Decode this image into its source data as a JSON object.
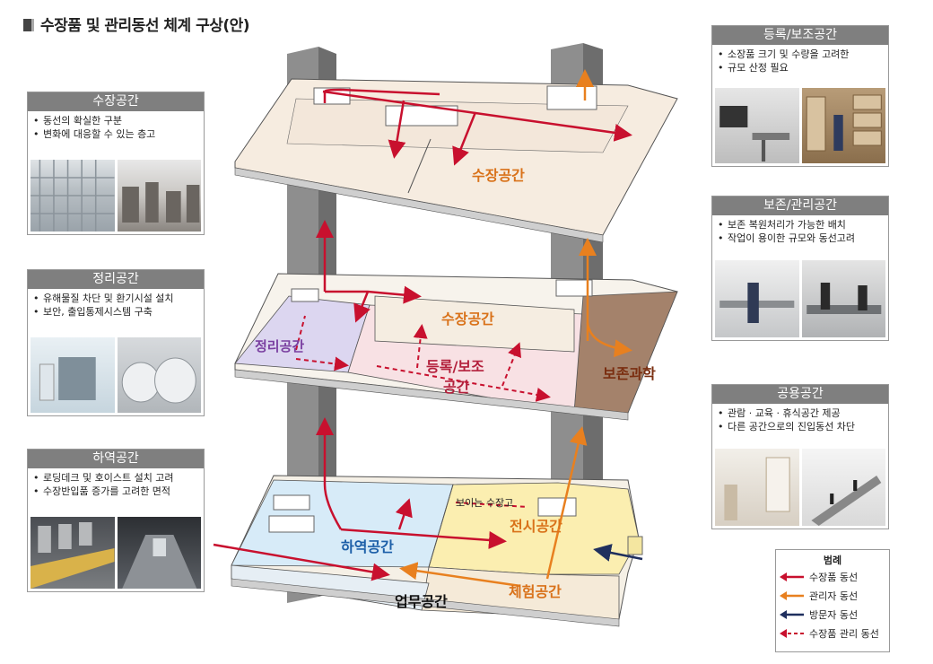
{
  "title": "수장품 및 관리동선 체계 구상(안)",
  "panels": {
    "storage": {
      "title": "수장공간",
      "items": [
        "동선의 확실한 구분",
        "변화에 대응할 수 있는 층고"
      ]
    },
    "arrange": {
      "title": "정리공간",
      "items": [
        "유해물질 차단 및 환기시설 설치",
        "보안, 출입통제시스템  구축"
      ]
    },
    "loading": {
      "title": "하역공간",
      "items": [
        "로딩데크 및 호이스트 설치 고려",
        "수장반입품 증가를 고려한 면적"
      ]
    },
    "register": {
      "title": "등록/보조공간",
      "items": [
        "소장품 크기 및 수량을 고려한",
        "규모 산정 필요"
      ]
    },
    "conserve": {
      "title": "보존/관리공간",
      "items": [
        "보존 복원처리가  가능한 배치",
        "작업이 용이한 규모와 동선고려"
      ]
    },
    "public": {
      "title": "공용공간",
      "items": [
        "관람 · 교육 · 휴식공간 제공",
        "다른 공간으로의 진입동선 차단"
      ]
    }
  },
  "diagram": {
    "top_storage": "수장공간",
    "mid_storage": "수장공간",
    "mid_arrange": "정리공간",
    "mid_register_1": "등록/보조",
    "mid_register_2": "공간",
    "mid_conserve": "보존과학",
    "low_visible": "보이는 수장고",
    "low_exhibit": "전시공간",
    "low_loading": "하역공간",
    "low_experience": "체험공간",
    "low_office": "업무공간"
  },
  "legend": {
    "title": "범례",
    "items": [
      {
        "label": "수장품 동선",
        "color": "#c8102e"
      },
      {
        "label": "관리자 동선",
        "color": "#e8801f"
      },
      {
        "label": "방문자 동선",
        "color": "#1f2f5e"
      },
      {
        "label": "수장품 관리 동선",
        "color": "#c8102e"
      }
    ]
  },
  "colors": {
    "storage_red": "#c8102e",
    "manager_orange": "#e8801f",
    "visitor_navy": "#1f2f5e",
    "panel_header": "#7f7f7f",
    "label_orange": "#d9721a",
    "label_purple": "#7a3fa0",
    "label_red": "#b3203c",
    "label_blue": "#1c5fa8",
    "label_brown": "#7a2e10"
  }
}
